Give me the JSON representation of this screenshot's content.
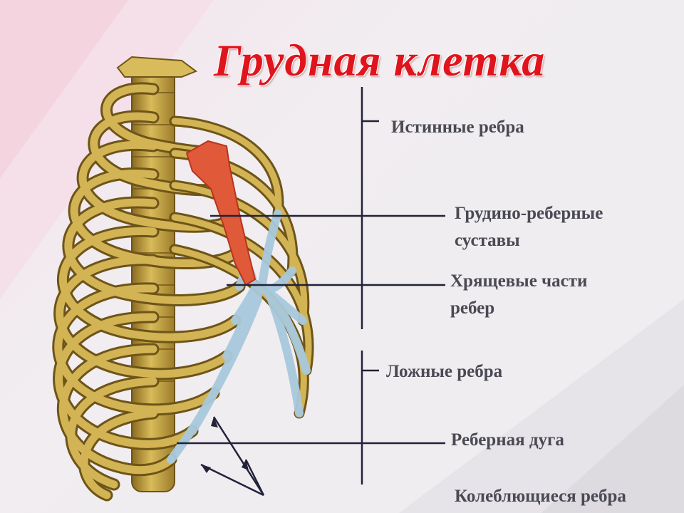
{
  "title": "Грудная клетка",
  "labels": {
    "true_ribs": "Истинные ребра",
    "sternocostal_joints_line1": "Грудино-реберные",
    "sternocostal_joints_line2": "суставы",
    "costal_cartilage_line1": "Хрящевые части",
    "costal_cartilage_line2": "ребер",
    "false_ribs": "Ложные ребра",
    "costal_arch": "Реберная дуга",
    "floating_ribs": "Колеблющиеся ребра"
  },
  "colors": {
    "title": "#e0141c",
    "label_text": "#4a4a55",
    "bone": "#c9a94a",
    "bone_dark": "#6e5418",
    "cartilage": "#a8c9dc",
    "sternum": "#e05a3a",
    "leader_line": "#22223a"
  }
}
